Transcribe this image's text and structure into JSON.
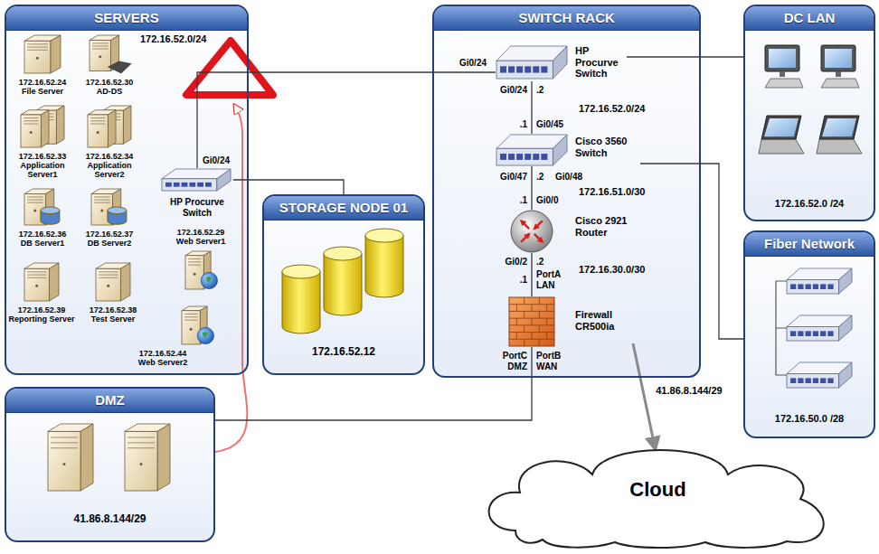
{
  "diagram": {
    "nodes": [
      {
        "text": [
          "SERVERS",
          "172.16.52.0/24"
        ]
      },
      {
        "text": [
          "172.16.52.24",
          "File Server"
        ],
        "in": 0
      },
      {
        "text": [
          "172.16.52.30",
          "AD-DS"
        ],
        "in": 0
      },
      {
        "text": [
          "172.16.52.33",
          "Application Server1"
        ],
        "in": 0
      },
      {
        "text": [
          "172.16.52.34",
          "Application Server2"
        ],
        "in": 0
      },
      {
        "text": [
          "172.16.52.36",
          "DB Server1"
        ],
        "in": 0
      },
      {
        "text": [
          "172.16.52.37",
          "DB Server2"
        ],
        "in": 0
      },
      {
        "text": [
          "172.16.52.39",
          "Reporting Server"
        ],
        "in": 0
      },
      {
        "text": [
          "172.16.52.38",
          "Test Server"
        ],
        "in": 0
      },
      {
        "text": [
          "172.16.52.29",
          "Web Server1"
        ],
        "in": 0
      },
      {
        "text": [
          "172.16.52.44",
          "Web Server2"
        ],
        "in": 0
      },
      {
        "text": [
          "HP Procurve Switch"
        ],
        "in": 0
      },
      {
        "text": [
          "SWITCH RACK"
        ]
      },
      {
        "text": [
          "HP Procurve Switch"
        ],
        "in": 12
      },
      {
        "text": [
          "Cisco 3560 Switch"
        ],
        "in": 12
      },
      {
        "text": [
          "Cisco 2921 Router"
        ],
        "in": 12
      },
      {
        "text": [
          "Firewall CR500ia"
        ],
        "in": 12
      },
      {
        "text": [
          "DC LAN",
          "172.16.52.0 /24"
        ]
      },
      {
        "text": [
          "STORAGE NODE 01",
          "172.16.52.12"
        ]
      },
      {
        "text": [
          "Fiber Network",
          "172.16.50.0 /28"
        ]
      },
      {
        "text": [
          "DMZ",
          "41.86.8.144/29"
        ]
      },
      {
        "text": [
          "Cloud"
        ]
      }
    ],
    "edges": [
      {
        "from": 11,
        "to": 13,
        "arrow": "none"
      },
      {
        "from": 11,
        "to": 18,
        "arrow": "none"
      },
      {
        "from": 13,
        "to": 17,
        "arrow": "none"
      },
      {
        "from": 13,
        "to": 14,
        "arrow": "none"
      },
      {
        "from": 14,
        "to": 15,
        "arrow": "none"
      },
      {
        "from": 14,
        "to": 19,
        "arrow": "none"
      },
      {
        "from": 15,
        "to": 16,
        "arrow": "none"
      },
      {
        "from": 16,
        "to": 20,
        "arrow": "none"
      },
      {
        "from": 16,
        "to": 21,
        "label": "41.86.8.144/29",
        "arrow": "to"
      }
    ],
    "labels": [
      "Gi0/24",
      "Gi0/24",
      "Gi0/24",
      ".2",
      "172.16.52.0/24",
      ".1",
      "Gi0/45",
      "Gi0/47",
      ".2",
      "Gi0/48",
      "172.16.51.0/30",
      ".1",
      "Gi0/0",
      "Gi0/2",
      ".2",
      "172.16.30.0/30",
      ".1",
      "PortA LAN",
      "PortC DMZ",
      "PortB WAN"
    ]
  }
}
